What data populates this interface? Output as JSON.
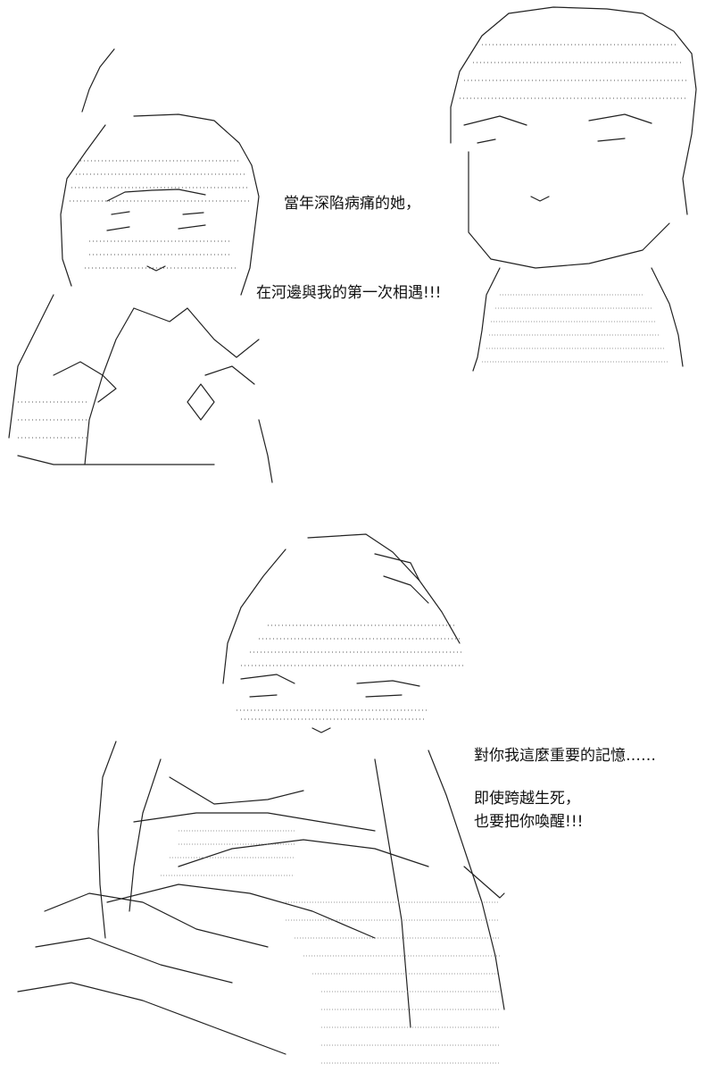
{
  "panels": [
    {
      "captions": [
        "當年深陷病痛的她，",
        "在河邊與我的第一次相遇!!!"
      ]
    },
    {
      "captions": [
        "對你我這麼重要的記憶……",
        "即使跨越生死，",
        "也要把你喚醒!!!"
      ]
    }
  ]
}
